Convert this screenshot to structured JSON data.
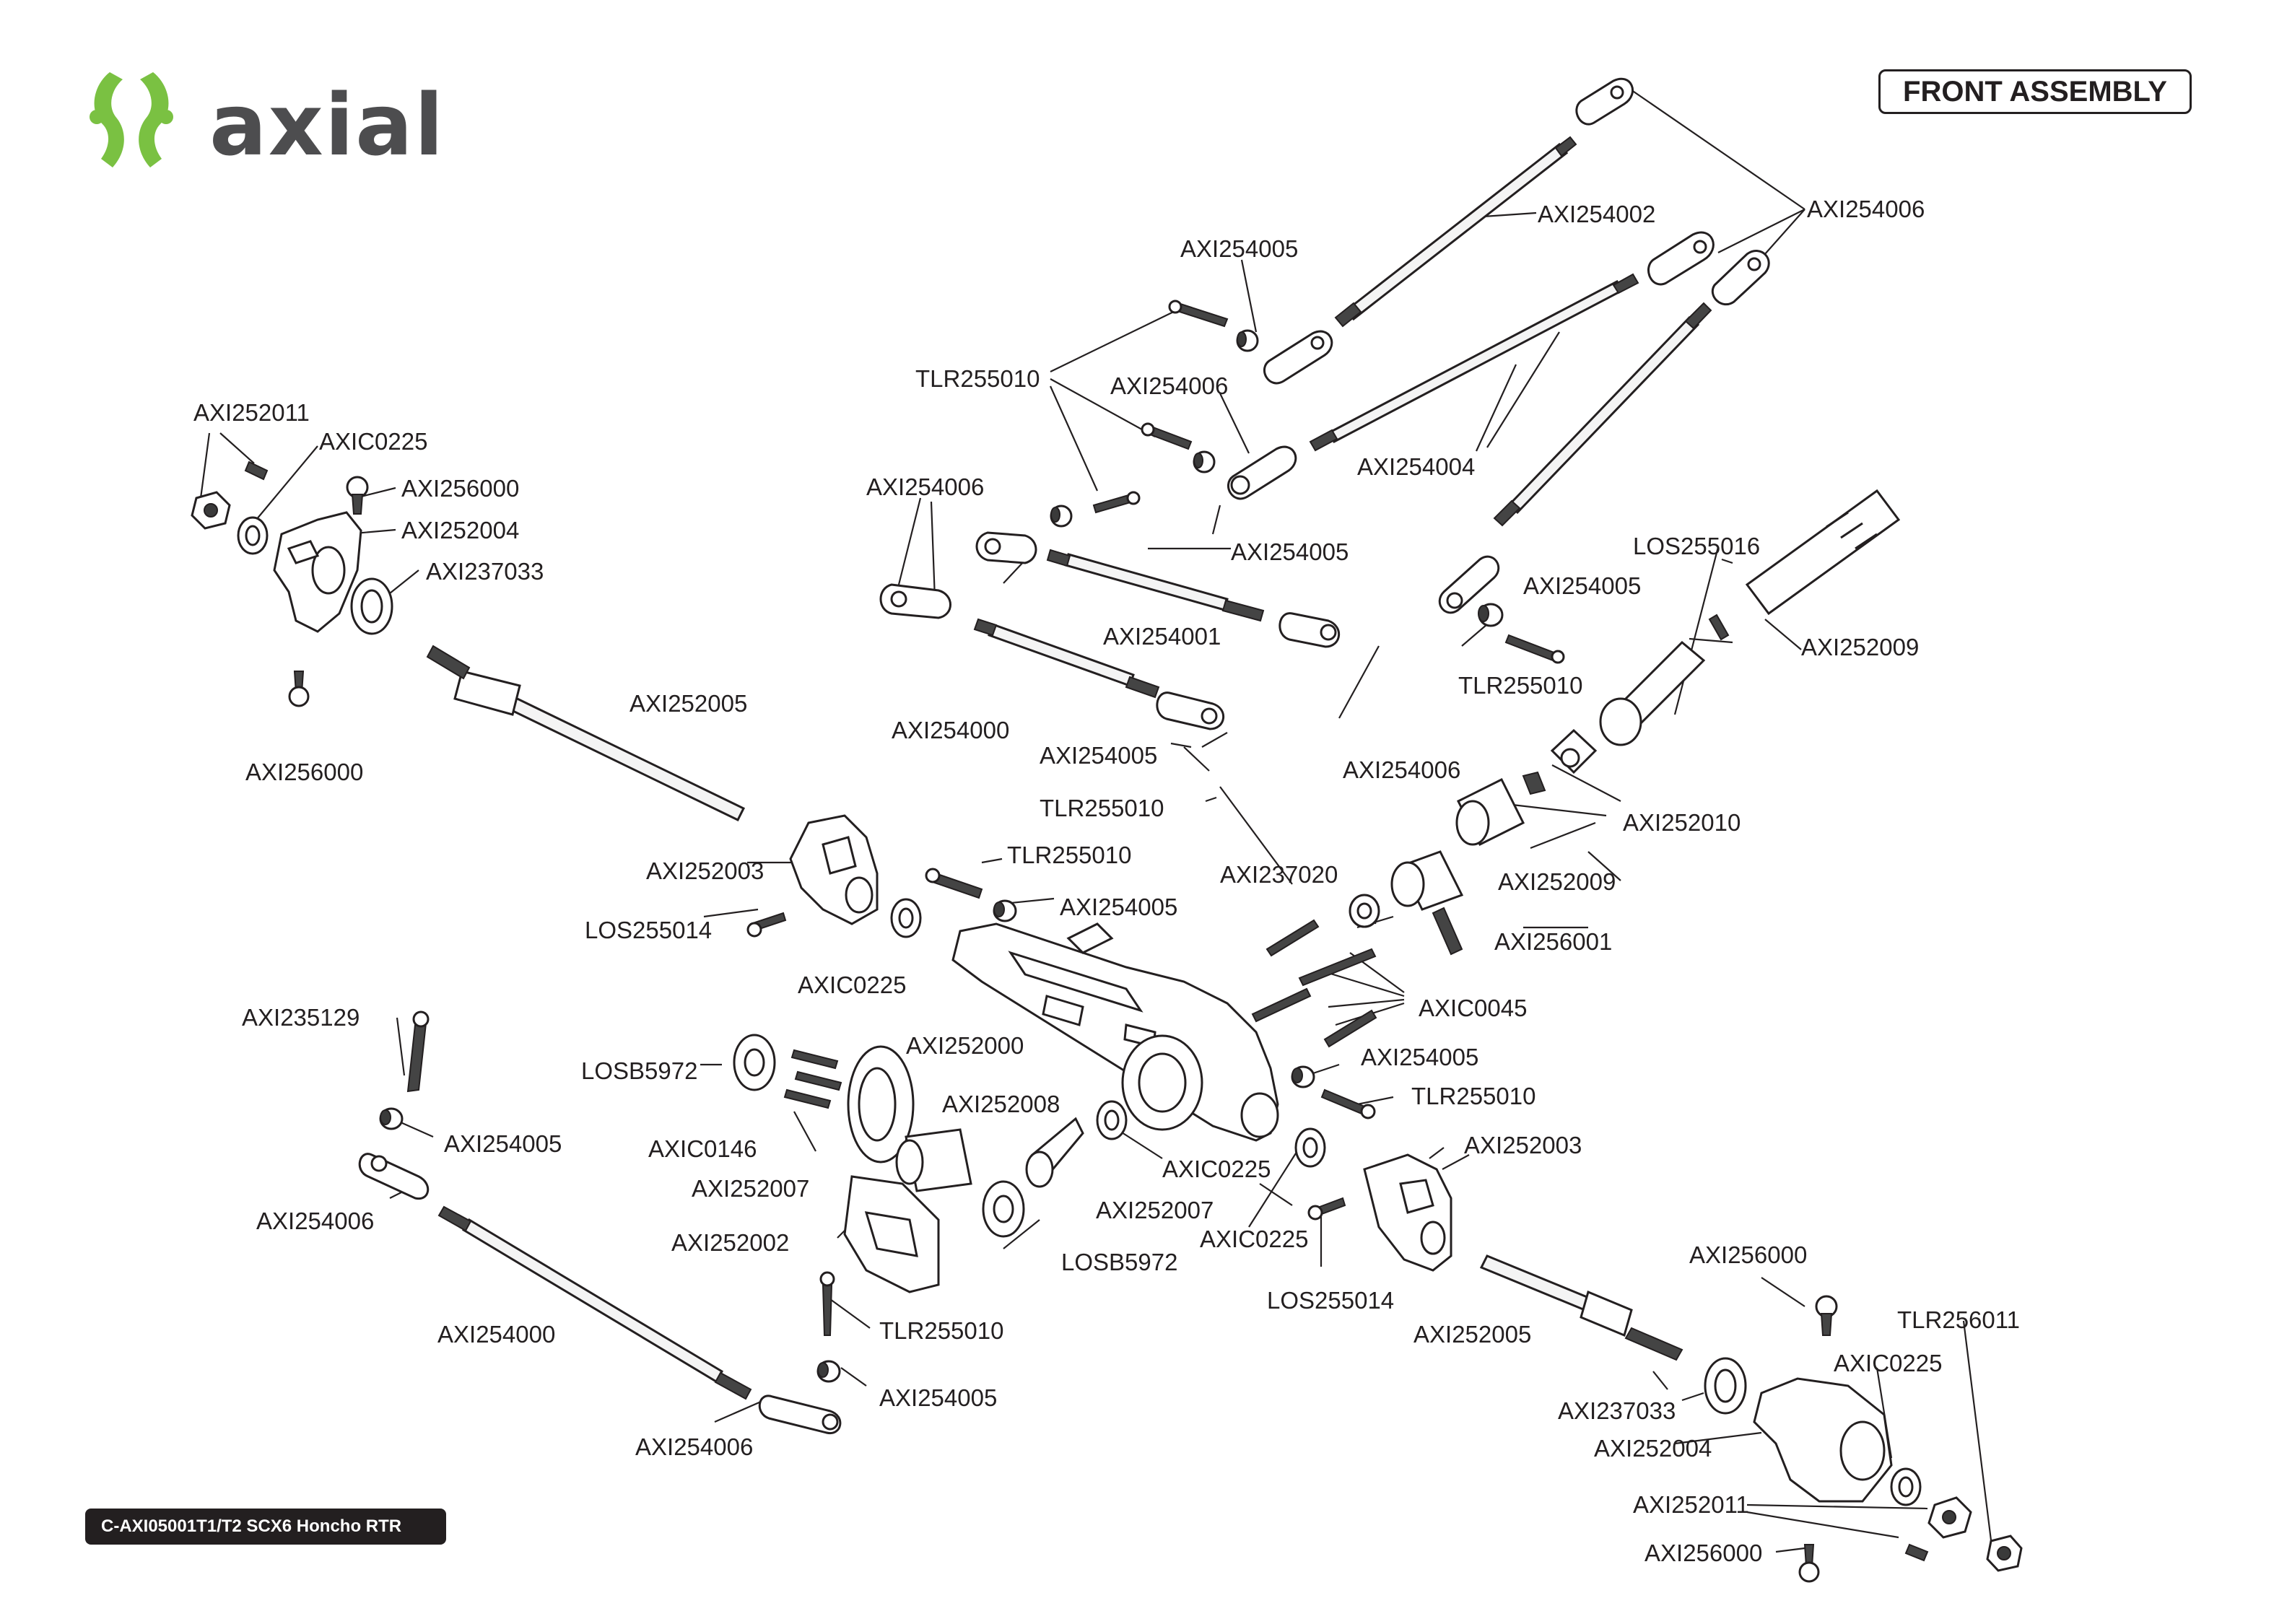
{
  "header": {
    "brand": "axial",
    "title": "FRONT ASSEMBLY"
  },
  "footer": {
    "model": "C-AXI05001T1/T2 SCX6 Honcho RTR"
  },
  "colors": {
    "logo_green": "#7ac142",
    "logo_gray": "#4d4d4f",
    "ink": "#231f20"
  },
  "labels": {
    "axi254002": "AXI254002",
    "axi254006_top": "AXI254006",
    "axi254005_top": "AXI254005",
    "tlr255010_top": "TLR255010",
    "axi254006_mid": "AXI254006",
    "axi254004": "AXI254004",
    "axi252011_left": "AXI252011",
    "axic0225_left": "AXIC0225",
    "axi256000_left_top": "AXI256000",
    "axi252004_left": "AXI252004",
    "axi237033_left": "AXI237033",
    "axi254006_left": "AXI254006",
    "axi254005_mid": "AXI254005",
    "los255016": "LOS255016",
    "axi254005_right": "AXI254005",
    "axi254001": "AXI254001",
    "axi252009_top": "AXI252009",
    "tlr255010_right": "TLR255010",
    "axi252005_left": "AXI252005",
    "axi256000_left_bottom": "AXI256000",
    "axi254000_top": "AXI254000",
    "axi254006_center": "AXI254006",
    "axi254005_center": "AXI254005",
    "tlr255010_center": "TLR255010",
    "axi252010": "AXI252010",
    "axi252003_left": "AXI252003",
    "tlr255010_axle": "TLR255010",
    "axi254005_axle": "AXI254005",
    "axi237020": "AXI237020",
    "axi252009_mid": "AXI252009",
    "los255014_left": "LOS255014",
    "axi256001": "AXI256001",
    "axic0225_knuckle": "AXIC0225",
    "axic0045": "AXIC0045",
    "axi235129": "AXI235129",
    "axi252000": "AXI252000",
    "axi254005_housing": "AXI254005",
    "losb5972_left": "LOSB5972",
    "tlr255010_housing": "TLR255010",
    "axi252008": "AXI252008",
    "axi254005_lower": "AXI254005",
    "axi252003_right": "AXI252003",
    "axic0146": "AXIC0146",
    "axic0225_diff": "AXIC0225",
    "axi254006_lower": "AXI254006",
    "axi252007_left": "AXI252007",
    "axi252007_right": "AXI252007",
    "axi252002": "AXI252002",
    "axic0225_bearing": "AXIC0225",
    "losb5972_right": "LOSB5972",
    "axi256000_right_top": "AXI256000",
    "los255014_right": "LOS255014",
    "tlr255010_cover": "TLR255010",
    "tlr256011": "TLR256011",
    "axi254000_bottom": "AXI254000",
    "axi252005_right": "AXI252005",
    "axic0225_right": "AXIC0225",
    "axi254005_bottom": "AXI254005",
    "axi237033_right": "AXI237033",
    "axi254006_bottom": "AXI254006",
    "axi252004_right": "AXI252004",
    "axi252011_right": "AXI252011",
    "axi256000_right_bottom": "AXI256000"
  }
}
